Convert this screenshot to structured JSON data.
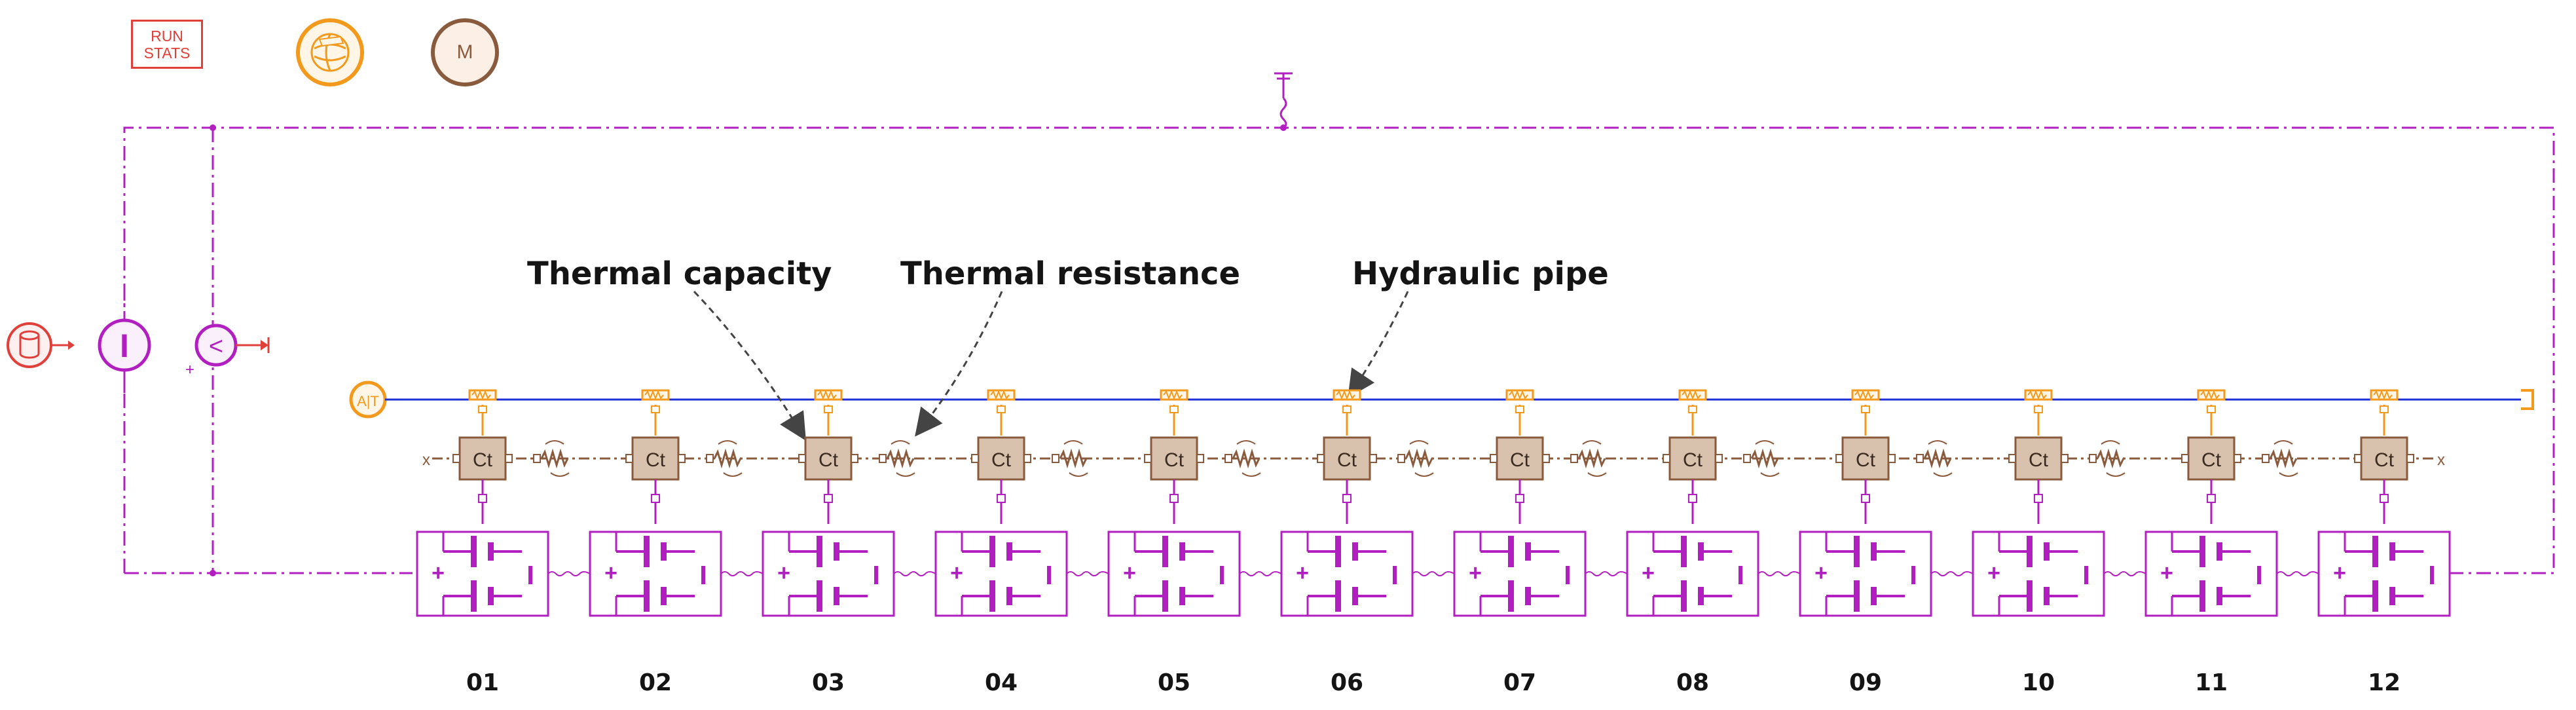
{
  "toolbar": {
    "run_stats_line1": "RUN",
    "run_stats_line2": "STATS",
    "model_button_label": "M",
    "globe_icon": "sketch-globe-icon"
  },
  "annotations": {
    "thermal_capacity": "Thermal capacity",
    "thermal_resistance": "Thermal resistance",
    "hydraulic_pipe": "Hydraulic pipe"
  },
  "cells": {
    "labels": [
      "01",
      "02",
      "03",
      "04",
      "05",
      "06",
      "07",
      "08",
      "09",
      "10",
      "11",
      "12"
    ],
    "capacity_label": "Ct",
    "battery_plus": "+",
    "battery_minus": "−"
  },
  "components": {
    "source_icon": "database-icon",
    "current_source_label": "I",
    "comparator_label": "<",
    "pump_icon": "hydraulic-source-icon"
  },
  "colors": {
    "electrical": "#b21fc0",
    "thermal": "#8a5a3c",
    "hydraulic_line": "#1d2fd6",
    "hydraulic_port": "#f39a1d",
    "signal": "#e0403a",
    "capacity_fill": "#d9c2ad"
  }
}
